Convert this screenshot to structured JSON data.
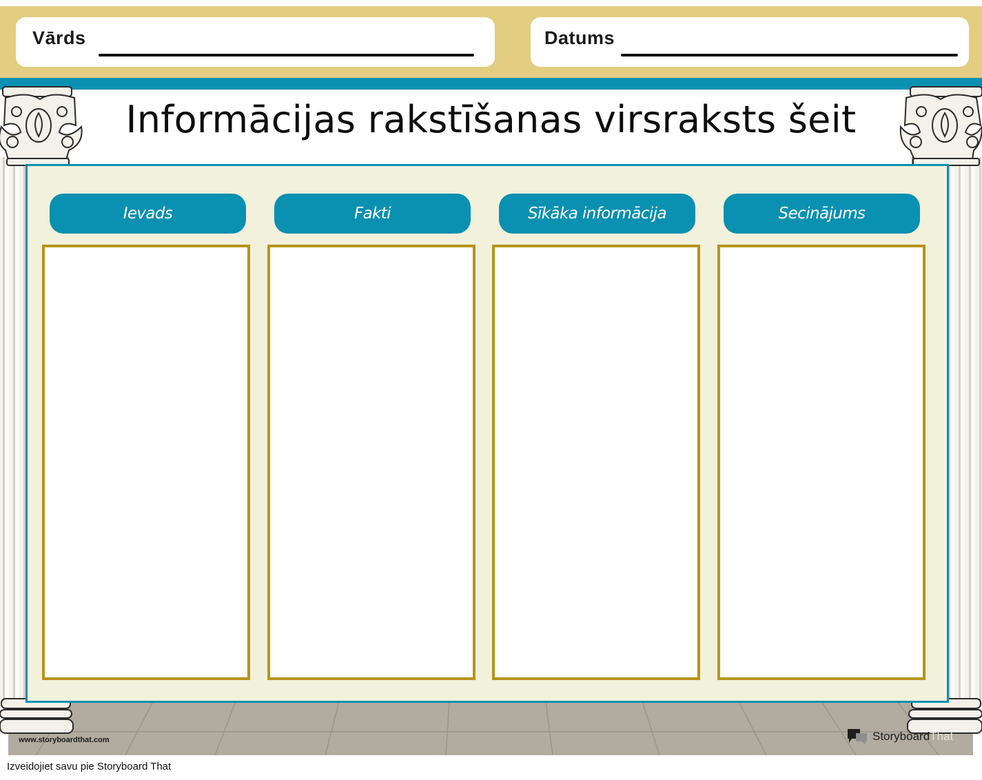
{
  "header": {
    "name_label": "Vārds",
    "date_label": "Datums"
  },
  "title": "Informācijas rakstīšanas virsraksts šeit",
  "columns": [
    {
      "label": "Ievads"
    },
    {
      "label": "Fakti"
    },
    {
      "label": "Sīkāka informācija"
    },
    {
      "label": "Secinājums"
    }
  ],
  "footer": {
    "site_url": "www.storyboardthat.com",
    "brand_primary": "Storyboard",
    "brand_secondary": "That",
    "caption": "Izveidojiet savu pie Storyboard That"
  },
  "colors": {
    "banner": "#e2cd80",
    "teal": "#0a90b1",
    "board": "#f2f1dc",
    "box_border": "#b7941b",
    "floor": "#b1ac9f"
  },
  "icons": [
    "corinthian-capital-icon",
    "storyboard-that-logo-icon"
  ]
}
